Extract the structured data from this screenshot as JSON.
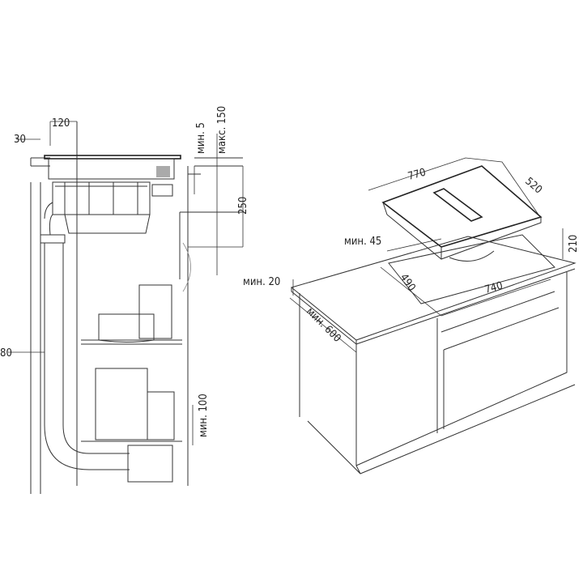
{
  "side_view": {
    "dim_30": "30",
    "dim_120": "120",
    "dim_min5": "мин. 5",
    "dim_max150": "макс. 150",
    "dim_250": "250",
    "dim_80": "80",
    "dim_min100": "мин. 100"
  },
  "iso_view": {
    "dim_770": "770",
    "dim_520": "520",
    "dim_210": "210",
    "dim_min45": "мин. 45",
    "dim_490": "490",
    "dim_740": "740",
    "dim_min20": "мин. 20",
    "dim_min600": "мин. 600"
  }
}
